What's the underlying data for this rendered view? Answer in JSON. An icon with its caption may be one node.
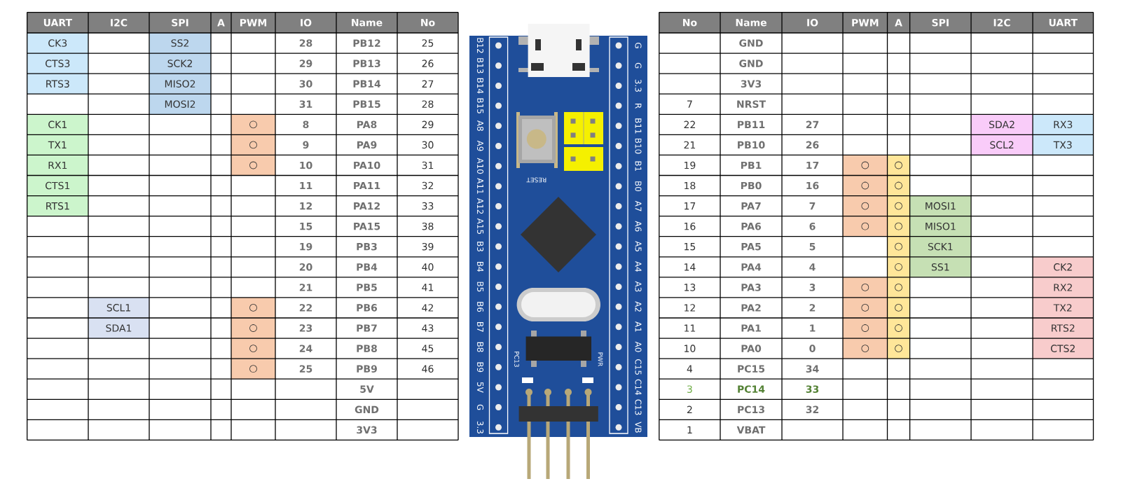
{
  "diagram": {
    "labels": [
      "UART",
      "I2C",
      "SPI",
      "A",
      "PWM",
      "IO",
      "Name",
      "No",
      "CK3",
      "SS2",
      "28",
      "PB12",
      "25",
      "CTS3",
      "SCK2",
      "29",
      "PB13",
      "26",
      "RTS3",
      "MISO2",
      "30",
      "PB14",
      "27",
      "MOSI2",
      "31",
      "PB15",
      "28",
      "CK1",
      "○",
      "8",
      "PA8",
      "29",
      "TX1",
      "○",
      "9",
      "PA9",
      "30",
      "RX1",
      "○",
      "10",
      "PA10",
      "31",
      "CTS1",
      "11",
      "PA11",
      "32",
      "RTS1",
      "12",
      "PA12",
      "33",
      "15",
      "PA15",
      "38",
      "19",
      "PB3",
      "39",
      "20",
      "PB4",
      "40",
      "21",
      "PB5",
      "41",
      "SCL1",
      "○",
      "22",
      "PB6",
      "42",
      "SDA1",
      "○",
      "23",
      "PB7",
      "43",
      "○",
      "24",
      "PB8",
      "45",
      "○",
      "25",
      "PB9",
      "46",
      "5V",
      "GND",
      "3V3",
      "B12",
      "B13",
      "B14",
      "B15",
      "A8",
      "A9",
      "A10",
      "A11",
      "A12",
      "A15",
      "B3",
      "B4",
      "B5",
      "B6",
      "B7",
      "B8",
      "B9",
      "5V",
      "G",
      "3.3",
      "G",
      "G",
      "3.3",
      "R",
      "B11",
      "B10",
      "B1",
      "B0",
      "A7",
      "A6",
      "A5",
      "A4",
      "A3",
      "A2",
      "A1",
      "A0",
      "C15",
      "C14",
      "C13",
      "VB",
      "RESET",
      "PC13",
      "PWR",
      "No",
      "Name",
      "IO",
      "PWM",
      "A",
      "SPI",
      "I2C",
      "UART",
      "GND",
      "GND",
      "3V3",
      "7",
      "NRST",
      "22",
      "PB11",
      "27",
      "SDA2",
      "RX3",
      "21",
      "PB10",
      "26",
      "SCL2",
      "TX3",
      "19",
      "PB1",
      "17",
      "○",
      "○",
      "18",
      "PB0",
      "16",
      "○",
      "○",
      "17",
      "PA7",
      "7",
      "○",
      "○",
      "MOSI1",
      "16",
      "PA6",
      "6",
      "○",
      "○",
      "MISO1",
      "15",
      "PA5",
      "5",
      "○",
      "SCK1",
      "14",
      "PA4",
      "4",
      "○",
      "SS1",
      "CK2",
      "13",
      "PA3",
      "3",
      "○",
      "○",
      "RX2",
      "12",
      "PA2",
      "2",
      "○",
      "○",
      "TX2",
      "11",
      "PA1",
      "1",
      "○",
      "○",
      "RTS2",
      "10",
      "PA0",
      "0",
      "○",
      "○",
      "CTS2",
      "4",
      "PC15",
      "34",
      "3",
      "PC14",
      "33",
      "2",
      "PC13",
      "32",
      "1",
      "VBAT"
    ]
  }
}
